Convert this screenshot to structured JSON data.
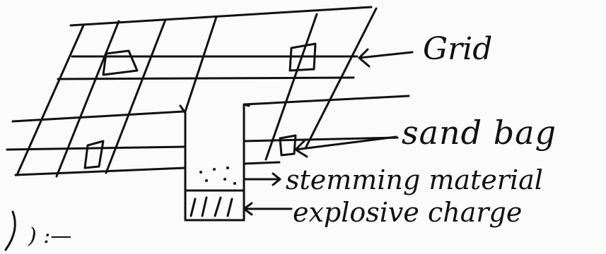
{
  "labels": {
    "grid": "Grid",
    "sand_bag": "sand bag",
    "stemming_material": "stemming material",
    "explosive_charge": "explosive charge"
  },
  "margin_mark": ") :—",
  "colors": {
    "ink": "#111111",
    "paper": "#fbfbfb"
  }
}
